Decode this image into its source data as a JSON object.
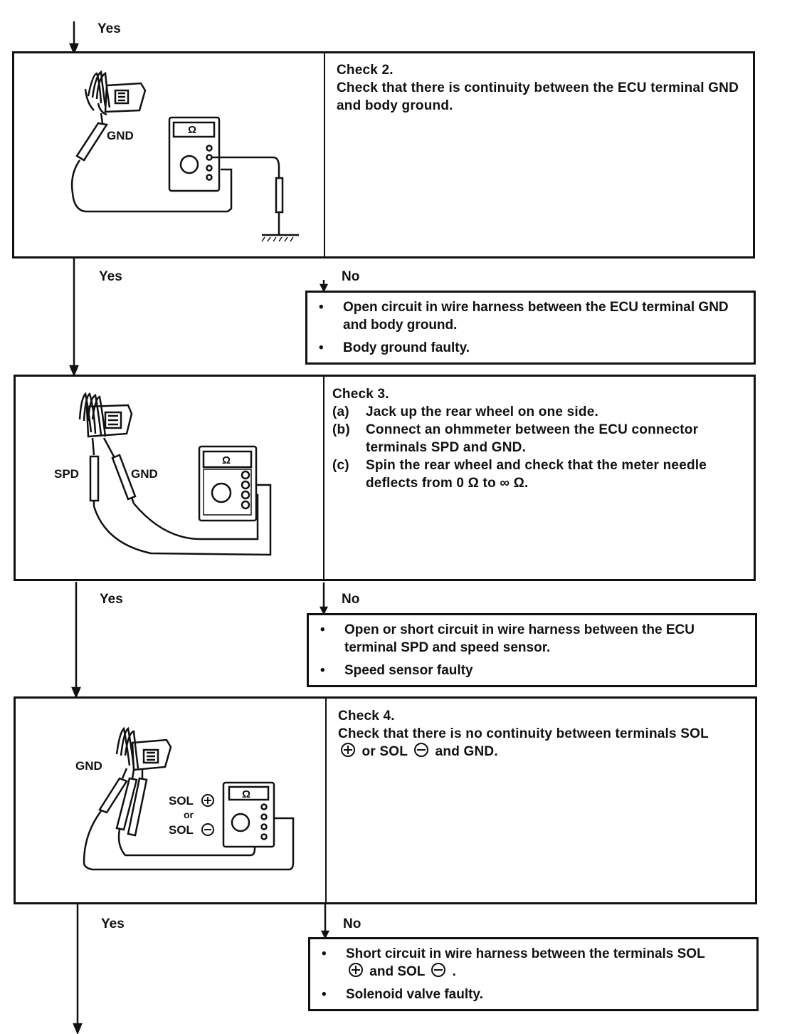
{
  "flow": {
    "yes": "Yes",
    "no": "No"
  },
  "check2": {
    "title": "Check 2.",
    "text": "Check that there is continuity between the ECU terminal GND and body ground.",
    "fig_label_gnd": "GND",
    "results": [
      "Open circuit in wire harness between the ECU terminal GND and body ground.",
      "Body ground faulty."
    ]
  },
  "check3": {
    "title": "Check 3.",
    "steps": [
      {
        "label": "(a)",
        "text": "Jack up the rear wheel on one side."
      },
      {
        "label": "(b)",
        "text": "Connect an ohmmeter between the ECU connector terminals SPD and GND."
      },
      {
        "label": "(c)",
        "text": "Spin the rear wheel and check that the meter needle deflects from 0 Ω to ∞ Ω."
      }
    ],
    "fig_label_spd": "SPD",
    "fig_label_gnd": "GND",
    "results": [
      "Open or short circuit in wire harness between the ECU terminal SPD and speed sensor.",
      "Speed sensor faulty"
    ]
  },
  "check4": {
    "title": "Check 4.",
    "text_a": "Check that there is no continuity between terminals SOL",
    "text_b": "or SOL",
    "text_c": "and GND.",
    "fig_label_gnd": "GND",
    "fig_label_sol": "SOL",
    "fig_label_or": "or",
    "results": [
      {
        "a": "Short circuit in wire harness between the terminals SOL",
        "b": "and SOL",
        "c": "."
      },
      {
        "a": "Solenoid valve faulty."
      }
    ]
  },
  "meter_symbol": "Ω",
  "bullet": "•",
  "icons": [
    "down-arrow-icon",
    "ohmmeter-icon",
    "connector-icon",
    "probe-icon",
    "ground-icon",
    "plus-circle-icon",
    "minus-circle-icon"
  ]
}
